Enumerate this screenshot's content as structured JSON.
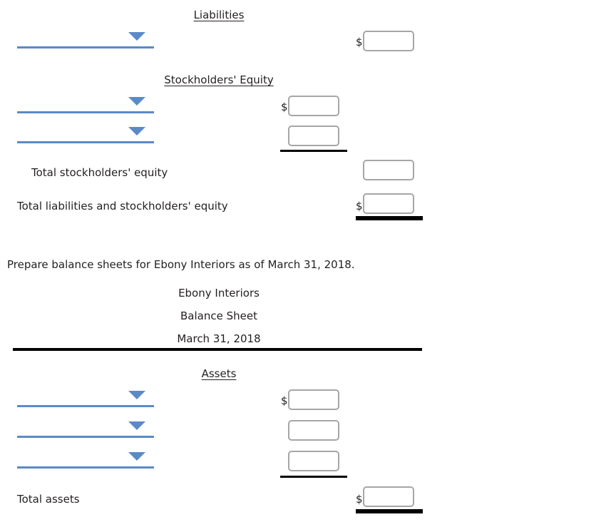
{
  "document": {
    "background_color": "#ffffff",
    "text_color": "#231f20",
    "accent_color": "#5b8ac7",
    "input_border_color": "#a6a6a6",
    "rule_color": "#000000"
  },
  "upper_statement": {
    "liabilities_heading": "Liabilities",
    "stockholders_equity_heading": "Stockholders' Equity",
    "liability_rows": [
      {
        "account_placeholder": "",
        "account_value": "",
        "dollar_sign": "$",
        "amount_value": "",
        "amount_placeholder": ""
      }
    ],
    "equity_rows": [
      {
        "account_placeholder": "",
        "account_value": "",
        "dollar_sign": "$",
        "amount_value": "",
        "amount_placeholder": ""
      },
      {
        "account_placeholder": "",
        "account_value": "",
        "dollar_sign": "",
        "amount_value": "",
        "amount_placeholder": ""
      }
    ],
    "total_equity": {
      "label": "Total stockholders' equity",
      "dollar_sign": "",
      "amount_value": "",
      "amount_placeholder": ""
    },
    "total_liab_and_equity": {
      "label": "Total liabilities and stockholders' equity",
      "dollar_sign": "$",
      "amount_value": "",
      "amount_placeholder": ""
    }
  },
  "instruction": {
    "text": "Prepare balance sheets for Ebony Interiors as of March 31, 2018."
  },
  "statement_header": {
    "company": "Ebony Interiors",
    "statement": "Balance Sheet",
    "date": "March 31, 2018"
  },
  "lower_statement": {
    "assets_heading": "Assets",
    "asset_rows": [
      {
        "account_placeholder": "",
        "account_value": "",
        "dollar_sign": "$",
        "amount_value": "",
        "amount_placeholder": ""
      },
      {
        "account_placeholder": "",
        "account_value": "",
        "dollar_sign": "",
        "amount_value": "",
        "amount_placeholder": ""
      },
      {
        "account_placeholder": "",
        "account_value": "",
        "dollar_sign": "",
        "amount_value": "",
        "amount_placeholder": ""
      }
    ],
    "total_assets": {
      "label": "Total assets",
      "dollar_sign": "$",
      "amount_value": "",
      "amount_placeholder": ""
    }
  },
  "dropdown_options": [
    ""
  ],
  "icons": {
    "caret": "caret-down-icon"
  }
}
